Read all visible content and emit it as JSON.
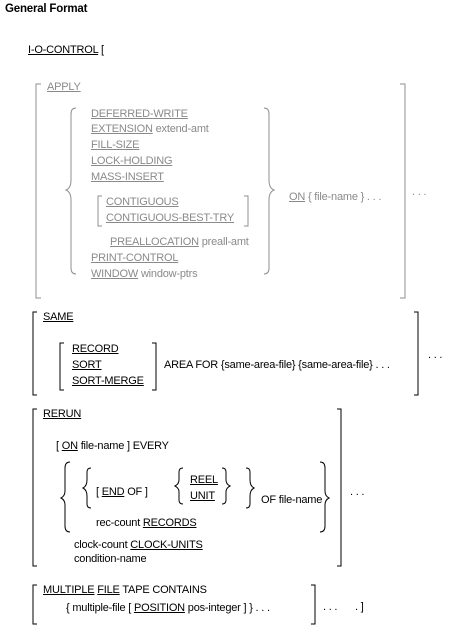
{
  "heading": "General Format",
  "io_control": {
    "keyword": "I-O-CONTROL",
    "bracket": "["
  },
  "apply": {
    "keyword": "APPLY",
    "options": {
      "deferred_write": "DEFERRED-WRITE",
      "extension": "EXTENSION",
      "extension_arg": "extend-amt",
      "fill_size": "FILL-SIZE",
      "lock_holding": "LOCK-HOLDING",
      "mass_insert": "MASS-INSERT",
      "contiguous": "CONTIGUOUS",
      "contiguous_best_try": "CONTIGUOUS-BEST-TRY",
      "preallocation": "PREALLOCATION",
      "preallocation_arg": "preall-amt",
      "print_control": "PRINT-CONTROL",
      "window": "WINDOW",
      "window_arg": "window-ptrs"
    },
    "on_keyword": "ON",
    "on_rest": "{ file-name } . . .",
    "ellipsis": ". . ."
  },
  "same": {
    "keyword": "SAME",
    "choices": [
      "RECORD",
      "SORT",
      "SORT-MERGE"
    ],
    "area_for": "AREA FOR {same-area-file} {same-area-file} . . .",
    "ellipsis": ". . ."
  },
  "rerun": {
    "keyword": "RERUN",
    "on_open": "[",
    "on_keyword": "ON",
    "on_rest": "file-name ] EVERY",
    "end_open": "[",
    "end_keyword": "END",
    "end_rest": "OF ]",
    "reel": "REEL",
    "unit": "UNIT",
    "rec_count": "rec-count",
    "records": "RECORDS",
    "of_file_name": "OF file-name",
    "clock_count": "clock-count",
    "clock_units": "CLOCK-UNITS",
    "condition_name": "condition-name",
    "ellipsis": ". . ."
  },
  "multiple": {
    "multiple_keyword": "MULTIPLE",
    "file_keyword": "FILE",
    "tape_contains": "TAPE CONTAINS",
    "open_brace": "{",
    "multiple_file": "multiple-file [",
    "position_keyword": "POSITION",
    "position_rest": "pos-integer ]",
    "close_brace": "} . . .",
    "ellipsis": ". . .",
    "final_bracket": ". ]"
  }
}
